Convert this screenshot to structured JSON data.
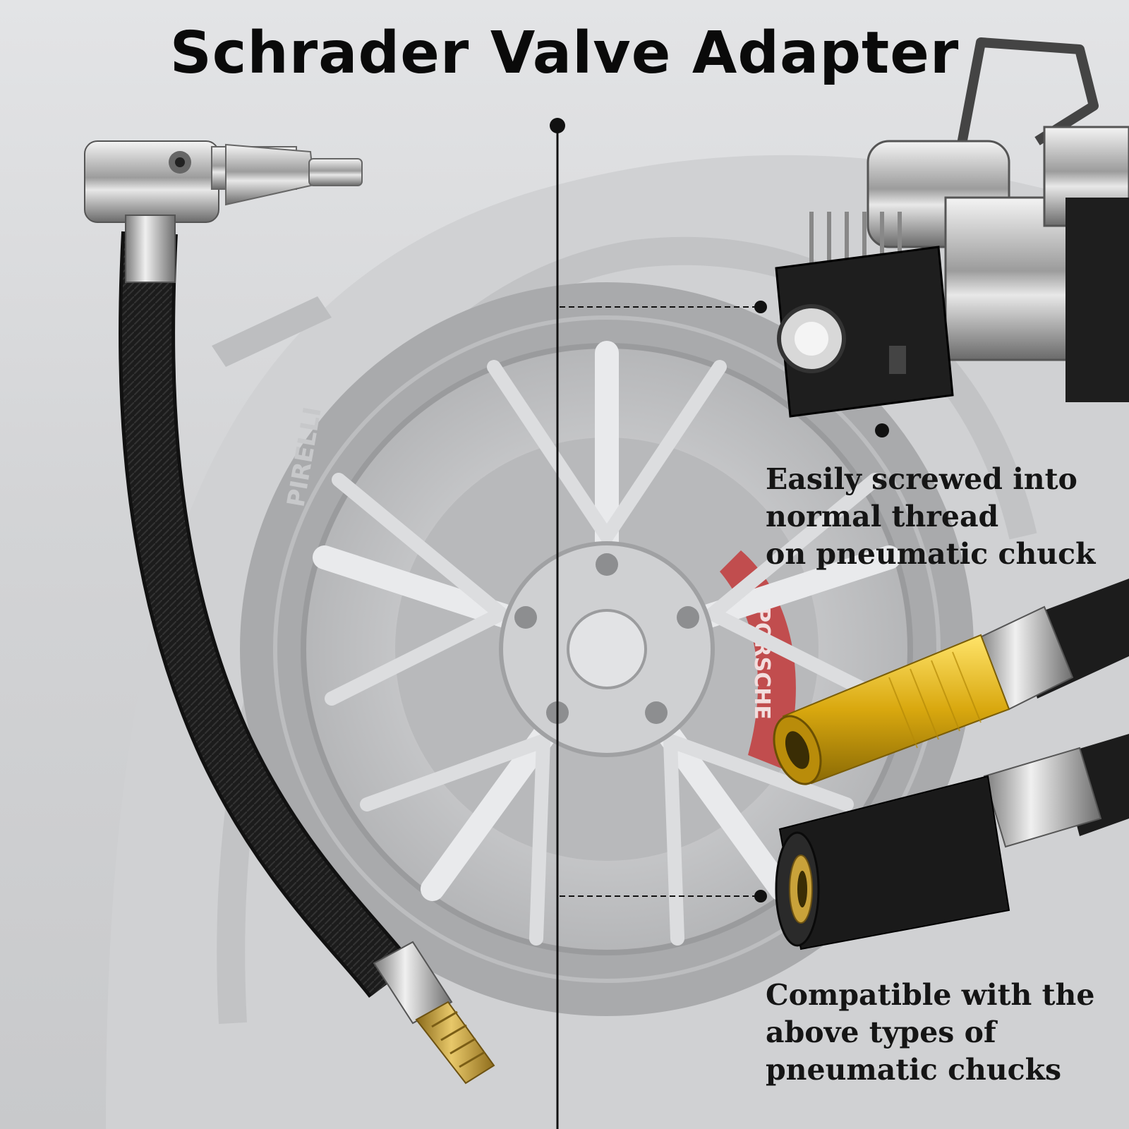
{
  "title": "Schrader Valve Adapter",
  "captions": {
    "top": [
      "Easily screwed into",
      "normal thread",
      "on pneumatic chuck"
    ],
    "bottom": [
      "Compatible with the",
      "above types of",
      "pneumatic chucks"
    ]
  },
  "tire_sidewall_text": "PIRELLI",
  "caliper_text": "PORSCHE",
  "colors": {
    "background": "#d6d7d9",
    "title_text": "#0a0a0a",
    "caption_text": "#151515",
    "divider": "#111111",
    "hose": "#1b1b1b",
    "brass": "#c9a23a",
    "gold_connector": "#e0b81c",
    "caliper": "#c42a2a"
  },
  "icons": [
    "air-compressor-icon",
    "gold-thread-connector-icon",
    "black-thread-connector-icon",
    "clip-chuck-hose-icon"
  ]
}
